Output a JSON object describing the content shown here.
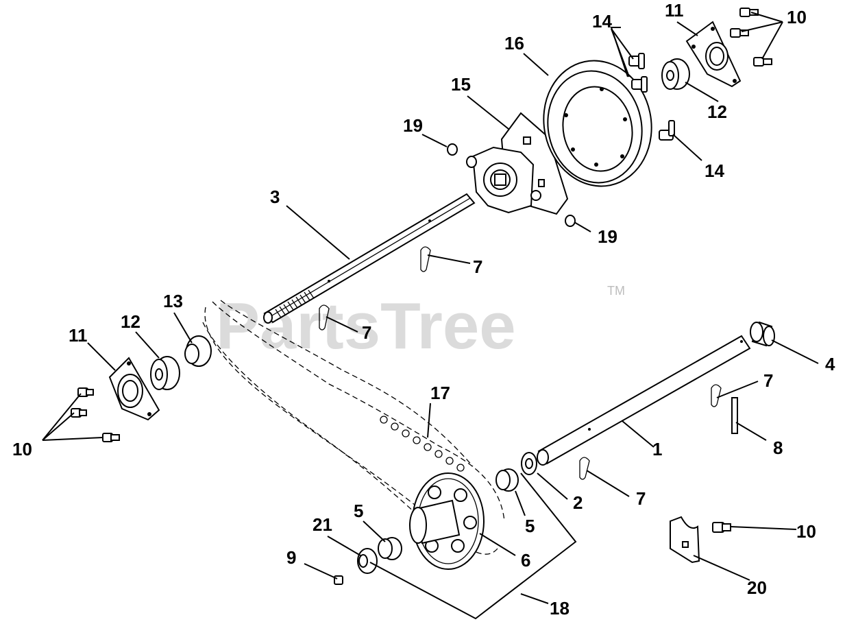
{
  "watermark": {
    "text": "PartsTree",
    "trademark": "TM"
  },
  "callouts": [
    {
      "id": "c1",
      "label": "1"
    },
    {
      "id": "c2",
      "label": "2"
    },
    {
      "id": "c3",
      "label": "3"
    },
    {
      "id": "c4",
      "label": "4"
    },
    {
      "id": "c5a",
      "label": "5"
    },
    {
      "id": "c5b",
      "label": "5"
    },
    {
      "id": "c6",
      "label": "6"
    },
    {
      "id": "c7a",
      "label": "7"
    },
    {
      "id": "c7b",
      "label": "7"
    },
    {
      "id": "c7c",
      "label": "7"
    },
    {
      "id": "c7d",
      "label": "7"
    },
    {
      "id": "c8",
      "label": "8"
    },
    {
      "id": "c9",
      "label": "9"
    },
    {
      "id": "c10a",
      "label": "10"
    },
    {
      "id": "c10b",
      "label": "10"
    },
    {
      "id": "c10c",
      "label": "10"
    },
    {
      "id": "c11a",
      "label": "11"
    },
    {
      "id": "c11b",
      "label": "11"
    },
    {
      "id": "c12a",
      "label": "12"
    },
    {
      "id": "c12b",
      "label": "12"
    },
    {
      "id": "c13",
      "label": "13"
    },
    {
      "id": "c14a",
      "label": "14"
    },
    {
      "id": "c14b",
      "label": "14"
    },
    {
      "id": "c15",
      "label": "15"
    },
    {
      "id": "c16",
      "label": "16"
    },
    {
      "id": "c17",
      "label": "17"
    },
    {
      "id": "c18",
      "label": "18"
    },
    {
      "id": "c19a",
      "label": "19"
    },
    {
      "id": "c19b",
      "label": "19"
    },
    {
      "id": "c20",
      "label": "20"
    },
    {
      "id": "c21",
      "label": "21"
    }
  ]
}
